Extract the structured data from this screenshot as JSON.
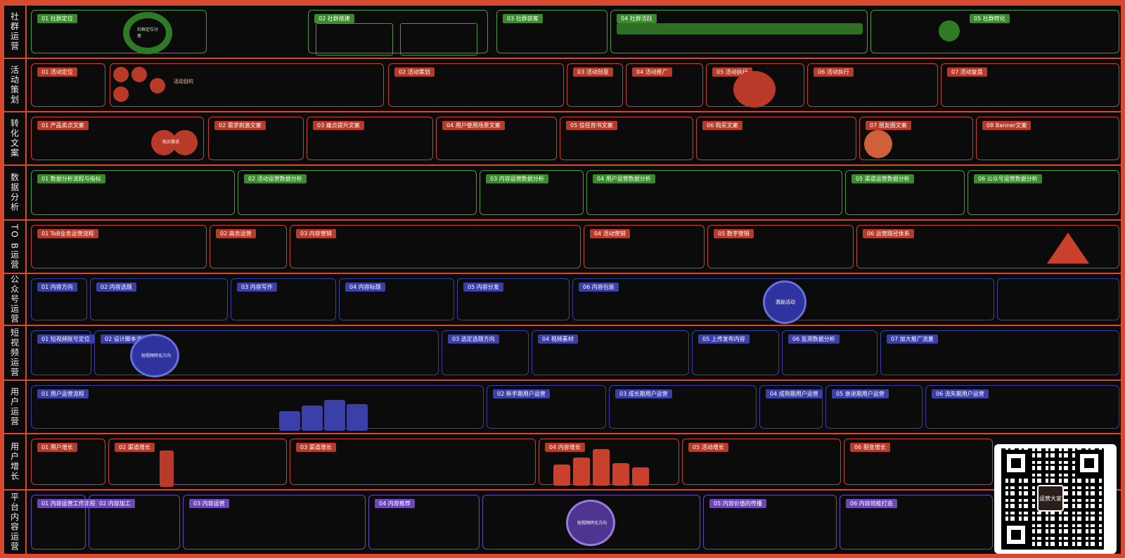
{
  "rows": [
    {
      "label": "社群运营",
      "tags": [
        "01 社群定位",
        "02 社群搭建",
        "03 社群获客",
        "04 社群活跃",
        "05 社群转化"
      ]
    },
    {
      "label": "活动策划",
      "tags": [
        "01 活动定位",
        "02 活动策划",
        "03 活动创意",
        "04 活动推广",
        "05 活动执行",
        "06 活动执行",
        "07 活动复盘"
      ]
    },
    {
      "label": "转化文案",
      "tags": [
        "01 产品卖点文案",
        "02 需求刺激文案",
        "03 痛点提升文案",
        "04 用户使用场景文案",
        "05 信任背书文案",
        "06 购买文案",
        "07 朋友圈文案",
        "08 Banner文案"
      ]
    },
    {
      "label": "数据分析",
      "tags": [
        "01 数据分析流程与指标",
        "02 活动运营数据分析",
        "03 内容运营数据分析",
        "04 用户运营数据分析",
        "05 渠道运营数据分析",
        "06 公众号运营数据分析"
      ]
    },
    {
      "label": "TO B运营",
      "tags": [
        "01 ToB业务运营流程",
        "02 商务运营",
        "03 内容营销",
        "04 活动营销",
        "05 数字营销",
        "06 运营路径体系"
      ]
    },
    {
      "label": "公众号运营",
      "tags": [
        "01 内容方向",
        "02 内容选题",
        "03 内容写作",
        "04 内容标题",
        "05 内容分发",
        "06 内容包装"
      ]
    },
    {
      "label": "短视频运营",
      "tags": [
        "01 短视频账号定位",
        "02 设计脚本流程",
        "03 选定选题方向",
        "04 视频素材",
        "05 上传发布内容",
        "06 监测数据分析",
        "07 加大推广流量"
      ]
    },
    {
      "label": "用户运营",
      "tags": [
        "01 用户运营流程",
        "02 新手期用户运营",
        "03 成长期用户运营",
        "04 成熟期用户运营",
        "05 衰退期用户运营",
        "06 流失期用户运营"
      ]
    },
    {
      "label": "用户增长",
      "tags": [
        "01 用户增长",
        "02 渠道增长",
        "03 渠道增长",
        "04 内容增长",
        "05 活动增长",
        "06 裂变增长"
      ]
    },
    {
      "label": "平台内容运营",
      "tags": [
        "01 内容运营工作流程",
        "02 内容加工",
        "03 内容运营",
        "04 内容推荐",
        "05 内容价值的传播",
        "06 内容效能打造"
      ]
    }
  ],
  "center_labels": {
    "community": "社群定位分类",
    "activity": "活动目的",
    "purchase": "购买需求",
    "article": "激励活动",
    "shortvideo": "短视频转化方向",
    "content": "短视频转化方向"
  },
  "qr_logo_text": "运营大家",
  "colors": {
    "frame": "#d84a2f",
    "green": "#4a9a3a",
    "red": "#c9412c",
    "blue": "#3b3fa8",
    "purple": "#6b47b8"
  }
}
